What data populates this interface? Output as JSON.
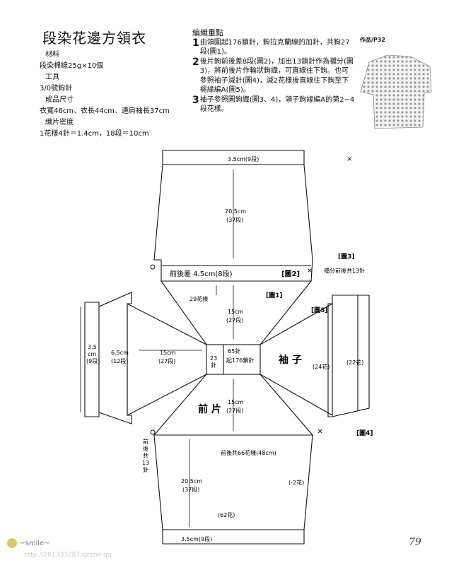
{
  "header": {
    "title": "段染花邊方領衣",
    "materials_label": "材料",
    "materials_value": "段染棉線25g×10個",
    "tools_label": "工具",
    "tools_value": "3/0號鉤針",
    "size_label": "成品尺寸",
    "size_value": "衣寬46cm、衣長44cm、連肩袖長37cm",
    "gauge_label": "織片密度",
    "gauge_value": "1花樣4針＝1.4cm，18段＝10cm"
  },
  "notes": {
    "heading": "編織重點",
    "steps": [
      {
        "num": "1",
        "text": "由領圍起176鎖針，鉤拉克蘭線的加針，共鉤27段(圖1)。"
      },
      {
        "num": "2",
        "text": "後片鉤前後差8段(圖2)，加出13鎖針作為襠分(圖3)，將前後片作輪狀鉤織，可直線往下鉤。也可參照袖子減針(圖4)，減2花樣後直線往下鉤至下襬緣編A(圖5)。"
      },
      {
        "num": "3",
        "text": "袖子參照圖鉤織(圖3、4)，領子鉤緣編A的第2~4段花樣。"
      }
    ],
    "photo_label": "作品/P32"
  },
  "diagram": {
    "back_top": "3.5cm(9段)",
    "back_len_cm": "20.5cm",
    "back_len_rows": "(37段)",
    "diff_label": "前後差 4.5cm(8段)",
    "fig2": "[圖2]",
    "fig3_right": "[圖3]",
    "gusset_note": "襠分前後共13針",
    "fig1": "[圖1]",
    "pattern29": "29花樣",
    "yoke_top_cm": "15cm",
    "yoke_top_rows": "(27段)",
    "fig3_left": "[圖3]",
    "slv_w_cm": "3.5",
    "slv_w_cm_unit": "cm",
    "slv_w_rows": "(9段)",
    "slv_65_cm": "6.5cm",
    "slv_65_rows": "(12段)",
    "yoke_left_cm": "15cm",
    "yoke_left_rows": "(27段)",
    "center_65": "65針",
    "center_176": "起176鎖針",
    "center_23_num": "23",
    "center_23_unit": "針",
    "sleeve_label": "袖 子",
    "sleeve_24": "(24花)",
    "sleeve_22": "(22花)",
    "fig4": "[圖4]",
    "front_label": "前 片",
    "yoke_bot_cm": "15cm",
    "yoke_bot_rows": "(27段)",
    "front_side": [
      "前",
      "後",
      "共",
      "13",
      "針"
    ],
    "front_total": "前後共66花樣(48cm)",
    "front_len_cm": "20.5cm",
    "front_len_rows": "(37段)",
    "minus2": "(-2花)",
    "front_62": "(62花)",
    "front_bottom": "3.5cm(9段)"
  },
  "footer": {
    "page_number": "79",
    "watermark": "~smile~",
    "url": "http://281333287.qzone.qq"
  }
}
